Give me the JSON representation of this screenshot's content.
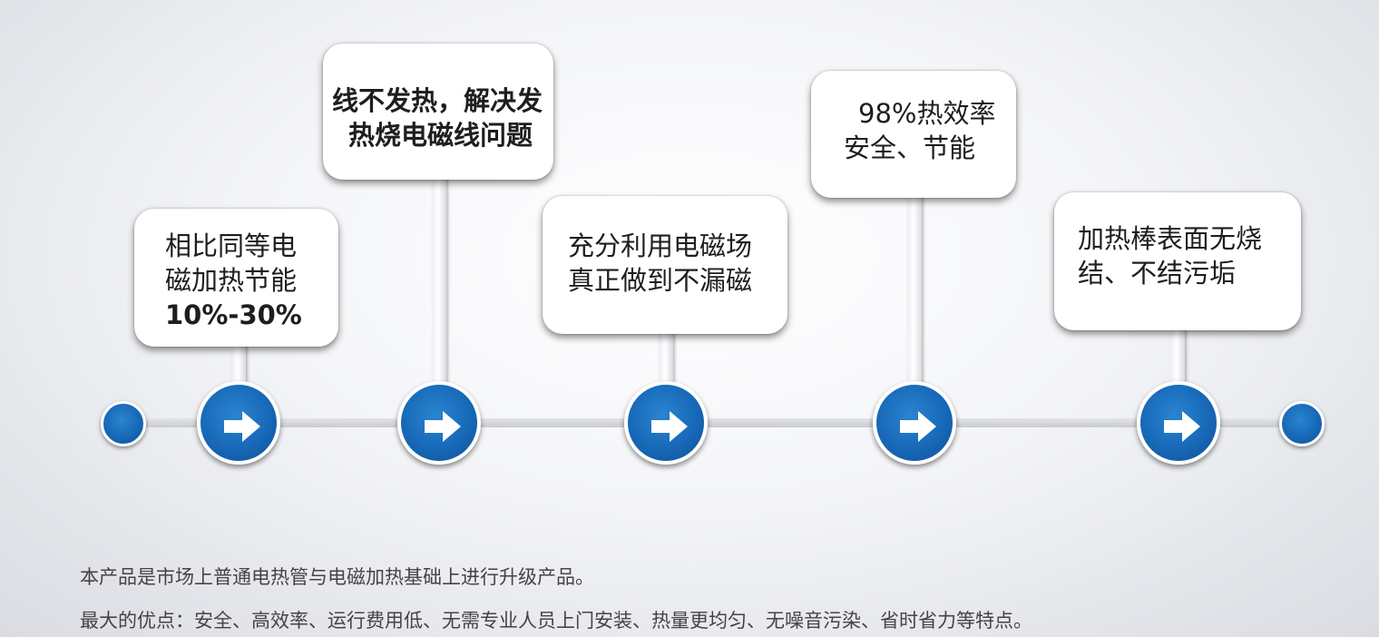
{
  "steps": [
    {
      "lines": [
        "相比同等电",
        "磁加热节能"
      ],
      "highlight": "10%-30%"
    },
    {
      "lines": [
        "线不发热，解决发",
        "热烧电磁线问题"
      ]
    },
    {
      "lines": [
        "充分利用电磁场",
        "真正做到不漏磁"
      ]
    },
    {
      "lines": [
        "98%热效率",
        "安全、节能"
      ]
    },
    {
      "lines": [
        "加热棒表面无烧",
        "结、不结污垢"
      ]
    }
  ],
  "caption": {
    "line1": "本产品是市场上普通电热管与电磁加热基础上进行升级产品。",
    "line2": "最大的优点：安全、高效率、运行费用低、无需专业人员上门安装、热量更均匀、无噪音污染、省时省力等特点。"
  },
  "colors": {
    "node_blue": "#1769b8",
    "node_dark": "#0d4f95",
    "track": "#d0d2d7"
  },
  "icons": {
    "node": "arrow-right-icon"
  }
}
